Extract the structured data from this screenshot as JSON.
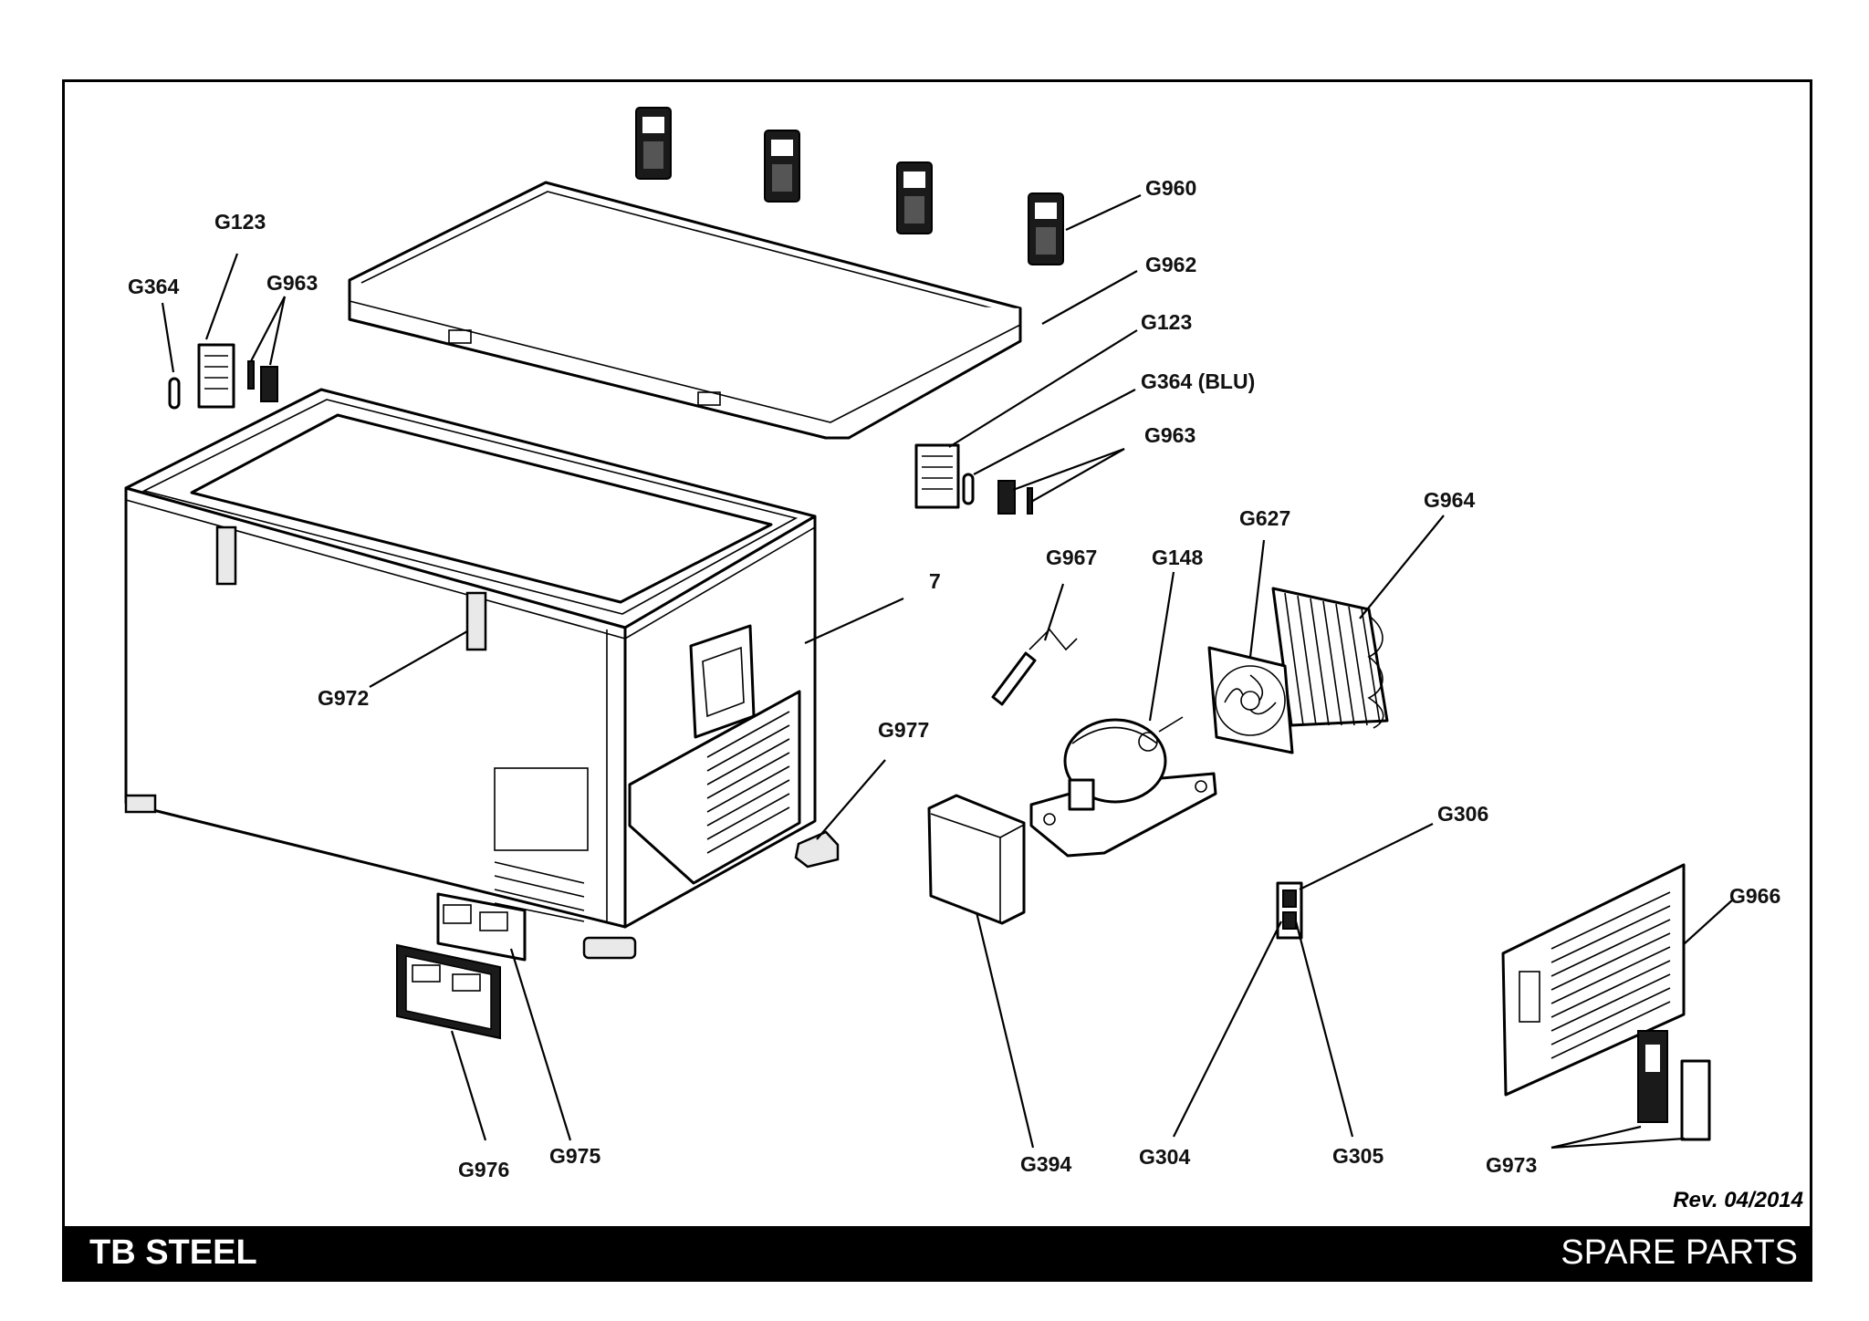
{
  "header": {
    "model_name": "TB STEEL",
    "document_type": "SPARE PARTS",
    "revision": "Rev. 04/2014"
  },
  "parts": {
    "g960": "G960",
    "g962": "G962",
    "g123_top": "G123",
    "g364_blu": "G364 (BLU)",
    "g963_right": "G963",
    "g123_left": "G123",
    "g364_left": "G364",
    "g963_left": "G963",
    "g964": "G964",
    "g627": "G627",
    "g148": "G148",
    "g967": "G967",
    "item_7": "7",
    "g972": "G972",
    "g977": "G977",
    "g306": "G306",
    "g966": "G966",
    "g976": "G976",
    "g975": "G975",
    "g394": "G394",
    "g304": "G304",
    "g305": "G305",
    "g973": "G973"
  }
}
